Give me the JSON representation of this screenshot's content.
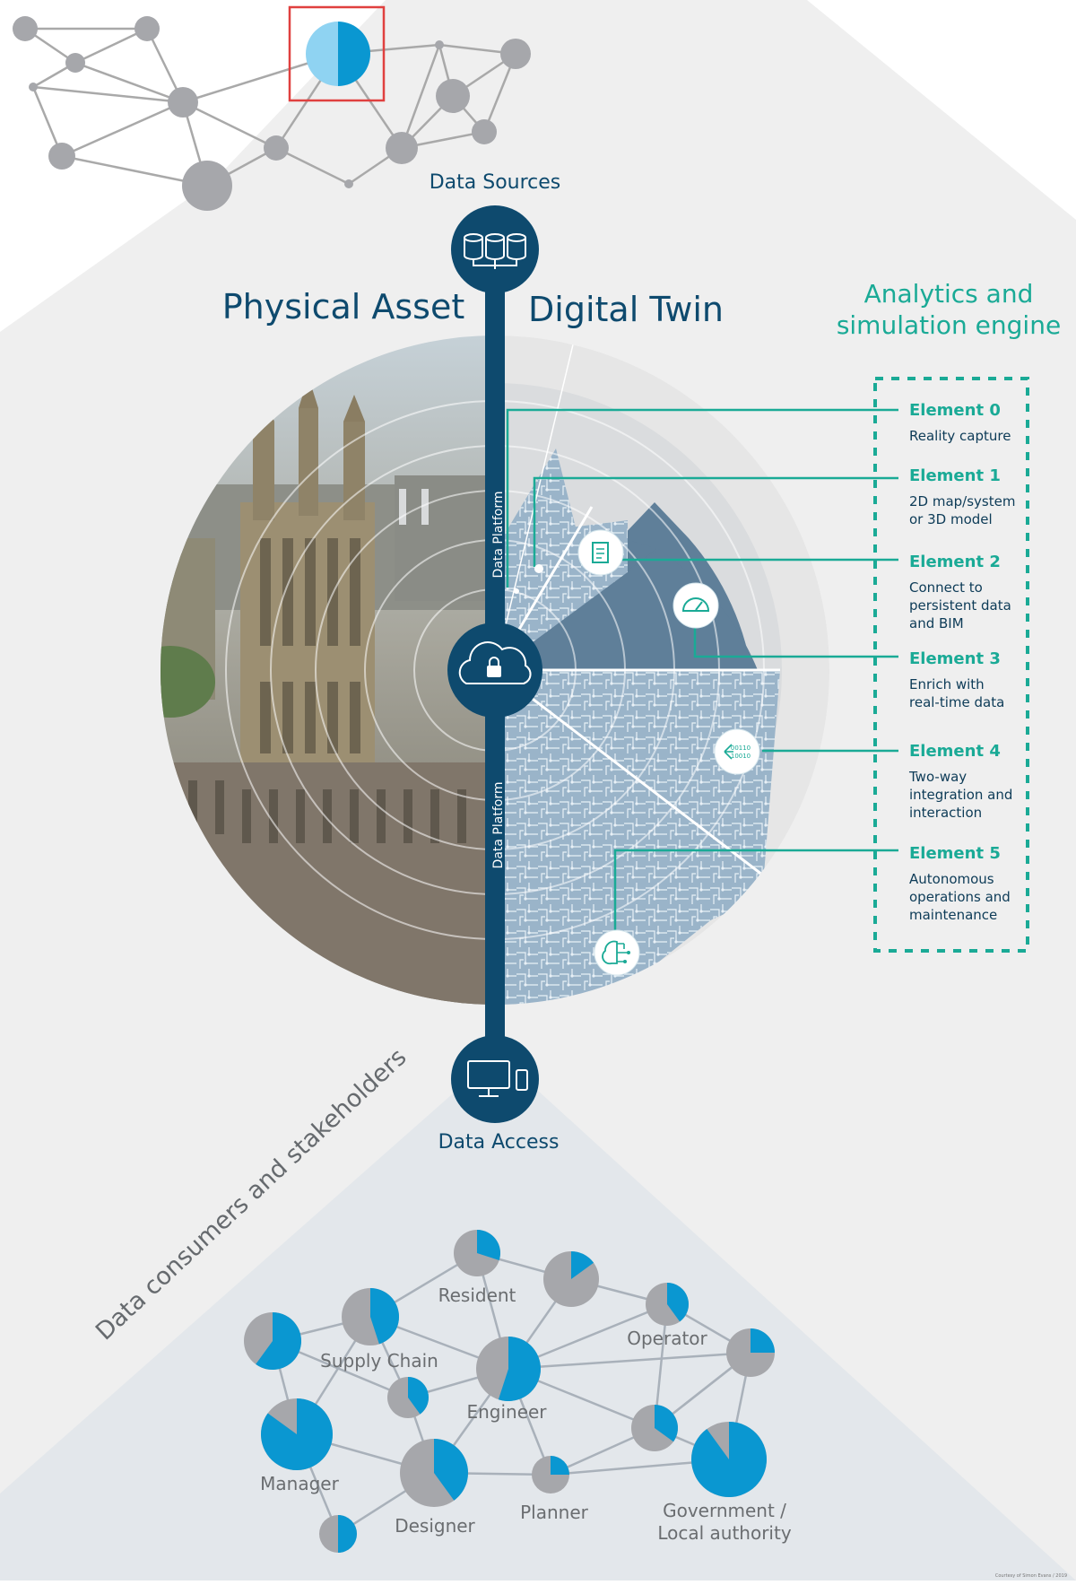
{
  "colors": {
    "navy": "#0e4a6e",
    "teal": "#1aaa96",
    "blue": "#0a97d1",
    "grey": "#a6a7ab",
    "light_bg": "#ededed",
    "panel_bg": "#e4e7ea"
  },
  "data_sources": {
    "label": "Data Sources",
    "icon": "database-icon"
  },
  "physical_asset": "Physical Asset",
  "digital_twin": "Digital Twin",
  "data_platform": "Data Platform",
  "cloud_icon": "cloud-lock-icon",
  "analytics": {
    "line1": "Analytics and",
    "line2": "simulation engine"
  },
  "elements": [
    {
      "title": "Element 0",
      "lines": [
        "Reality capture"
      ],
      "icon": ""
    },
    {
      "title": "Element 1",
      "lines": [
        "2D map/system",
        "or 3D model"
      ],
      "icon": ""
    },
    {
      "title": "Element 2",
      "lines": [
        "Connect to",
        "persistent data",
        "and BIM"
      ],
      "icon": "document-icon"
    },
    {
      "title": "Element 3",
      "lines": [
        "Enrich with",
        "real-time data"
      ],
      "icon": "gauge-icon"
    },
    {
      "title": "Element 4",
      "lines": [
        "Two-way",
        "integration and",
        "interaction"
      ],
      "icon": "binary-data-icon"
    },
    {
      "title": "Element 5",
      "lines": [
        "Autonomous",
        "operations and",
        "maintenance"
      ],
      "icon": "brain-circuit-icon"
    }
  ],
  "data_access": {
    "label": "Data Access",
    "icon": "monitor-phone-icon"
  },
  "stakeholders_title": "Data consumers and stakeholders",
  "stakeholders": [
    {
      "label": "Resident",
      "share": 0.3
    },
    {
      "label": "Supply Chain",
      "share": 0.45
    },
    {
      "label": "Operator",
      "share": 0.4
    },
    {
      "label": "Engineer",
      "share": 0.55
    },
    {
      "label": "Manager",
      "share": 0.85
    },
    {
      "label": "Designer",
      "share": 0.4
    },
    {
      "label": "Planner",
      "share": 0.25
    },
    {
      "label": "Government /",
      "share": 0.9
    },
    {
      "label": "Local authority",
      "share": null
    }
  ],
  "credit": "Courtesy of Simon Evans / 2019"
}
